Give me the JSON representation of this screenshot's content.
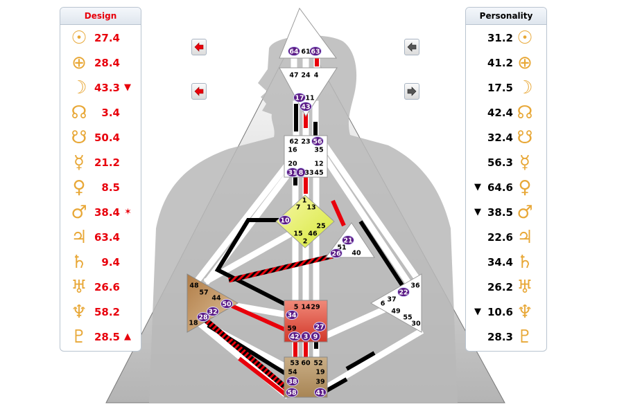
{
  "colors": {
    "design": "#e8000b",
    "personality": "#000000",
    "symbol": "#e8a838",
    "gate_circle": "#5b1b86"
  },
  "design_panel": {
    "title": "Design",
    "rows": [
      {
        "planet": "sun-icon",
        "glyph": "☉",
        "value": "27.4",
        "mark": ""
      },
      {
        "planet": "earth-icon",
        "glyph": "⊕",
        "value": "28.4",
        "mark": ""
      },
      {
        "planet": "moon-icon",
        "glyph": "☽",
        "value": "43.3",
        "mark": "▼"
      },
      {
        "planet": "north-node-icon",
        "glyph": "☊",
        "value": "3.4",
        "mark": ""
      },
      {
        "planet": "south-node-icon",
        "glyph": "☋",
        "value": "50.4",
        "mark": ""
      },
      {
        "planet": "mercury-icon",
        "glyph": "☿",
        "value": "21.2",
        "mark": ""
      },
      {
        "planet": "venus-icon",
        "glyph": "♀",
        "value": "8.5",
        "mark": ""
      },
      {
        "planet": "mars-icon",
        "glyph": "♂",
        "value": "38.4",
        "mark": "✶"
      },
      {
        "planet": "jupiter-icon",
        "glyph": "♃",
        "value": "63.4",
        "mark": ""
      },
      {
        "planet": "saturn-icon",
        "glyph": "♄",
        "value": "9.4",
        "mark": ""
      },
      {
        "planet": "uranus-icon",
        "glyph": "♅",
        "value": "26.6",
        "mark": ""
      },
      {
        "planet": "neptune-icon",
        "glyph": "♆",
        "value": "58.2",
        "mark": ""
      },
      {
        "planet": "pluto-icon",
        "glyph": "♇",
        "value": "28.5",
        "mark": "▲"
      }
    ]
  },
  "personality_panel": {
    "title": "Personality",
    "rows": [
      {
        "planet": "sun-icon",
        "glyph": "☉",
        "value": "31.2",
        "mark": ""
      },
      {
        "planet": "earth-icon",
        "glyph": "⊕",
        "value": "41.2",
        "mark": ""
      },
      {
        "planet": "moon-icon",
        "glyph": "☽",
        "value": "17.5",
        "mark": ""
      },
      {
        "planet": "north-node-icon",
        "glyph": "☊",
        "value": "42.4",
        "mark": ""
      },
      {
        "planet": "south-node-icon",
        "glyph": "☋",
        "value": "32.4",
        "mark": ""
      },
      {
        "planet": "mercury-icon",
        "glyph": "☿",
        "value": "56.3",
        "mark": ""
      },
      {
        "planet": "venus-icon",
        "glyph": "♀",
        "value": "64.6",
        "mark": "▼"
      },
      {
        "planet": "mars-icon",
        "glyph": "♂",
        "value": "38.5",
        "mark": "▼"
      },
      {
        "planet": "jupiter-icon",
        "glyph": "♃",
        "value": "22.6",
        "mark": ""
      },
      {
        "planet": "saturn-icon",
        "glyph": "♄",
        "value": "34.4",
        "mark": ""
      },
      {
        "planet": "uranus-icon",
        "glyph": "♅",
        "value": "26.2",
        "mark": ""
      },
      {
        "planet": "neptune-icon",
        "glyph": "♆",
        "value": "10.6",
        "mark": "▼"
      },
      {
        "planet": "pluto-icon",
        "glyph": "♇",
        "value": "28.3",
        "mark": ""
      }
    ]
  },
  "nav_buttons": [
    {
      "name": "design-arrow-button-1",
      "icon": "left-arrow-icon",
      "color": "#e8000b"
    },
    {
      "name": "design-arrow-button-2",
      "icon": "left-arrow-icon",
      "color": "#e8000b"
    },
    {
      "name": "personality-arrow-button-1",
      "icon": "left-arrow-icon",
      "color": "#555555"
    },
    {
      "name": "personality-arrow-button-2",
      "icon": "right-arrow-icon",
      "color": "#555555"
    }
  ],
  "gates": {
    "head": [
      "64",
      "61",
      "63"
    ],
    "ajna": [
      "47",
      "24",
      "4",
      "17",
      "11",
      "43"
    ],
    "throat": [
      "62",
      "23",
      "56",
      "16",
      "35",
      "20",
      "12",
      "31",
      "8",
      "33",
      "45"
    ],
    "g": [
      "1",
      "7",
      "13",
      "10",
      "25",
      "15",
      "46",
      "2"
    ],
    "ego": [
      "21",
      "51",
      "26",
      "40"
    ],
    "spleen": [
      "48",
      "57",
      "44",
      "50",
      "32",
      "28",
      "18"
    ],
    "sacral": [
      "5",
      "14",
      "29",
      "34",
      "27",
      "59",
      "42",
      "3",
      "9"
    ],
    "solar_plexus": [
      "36",
      "22",
      "37",
      "6",
      "49",
      "55",
      "30"
    ],
    "root": [
      "53",
      "60",
      "52",
      "54",
      "19",
      "38",
      "39",
      "58",
      "41"
    ]
  },
  "active_gates": [
    "64",
    "63",
    "17",
    "43",
    "56",
    "31",
    "8",
    "10",
    "21",
    "26",
    "50",
    "32",
    "28",
    "34",
    "27",
    "42",
    "3",
    "9",
    "22",
    "38",
    "58",
    "41"
  ]
}
